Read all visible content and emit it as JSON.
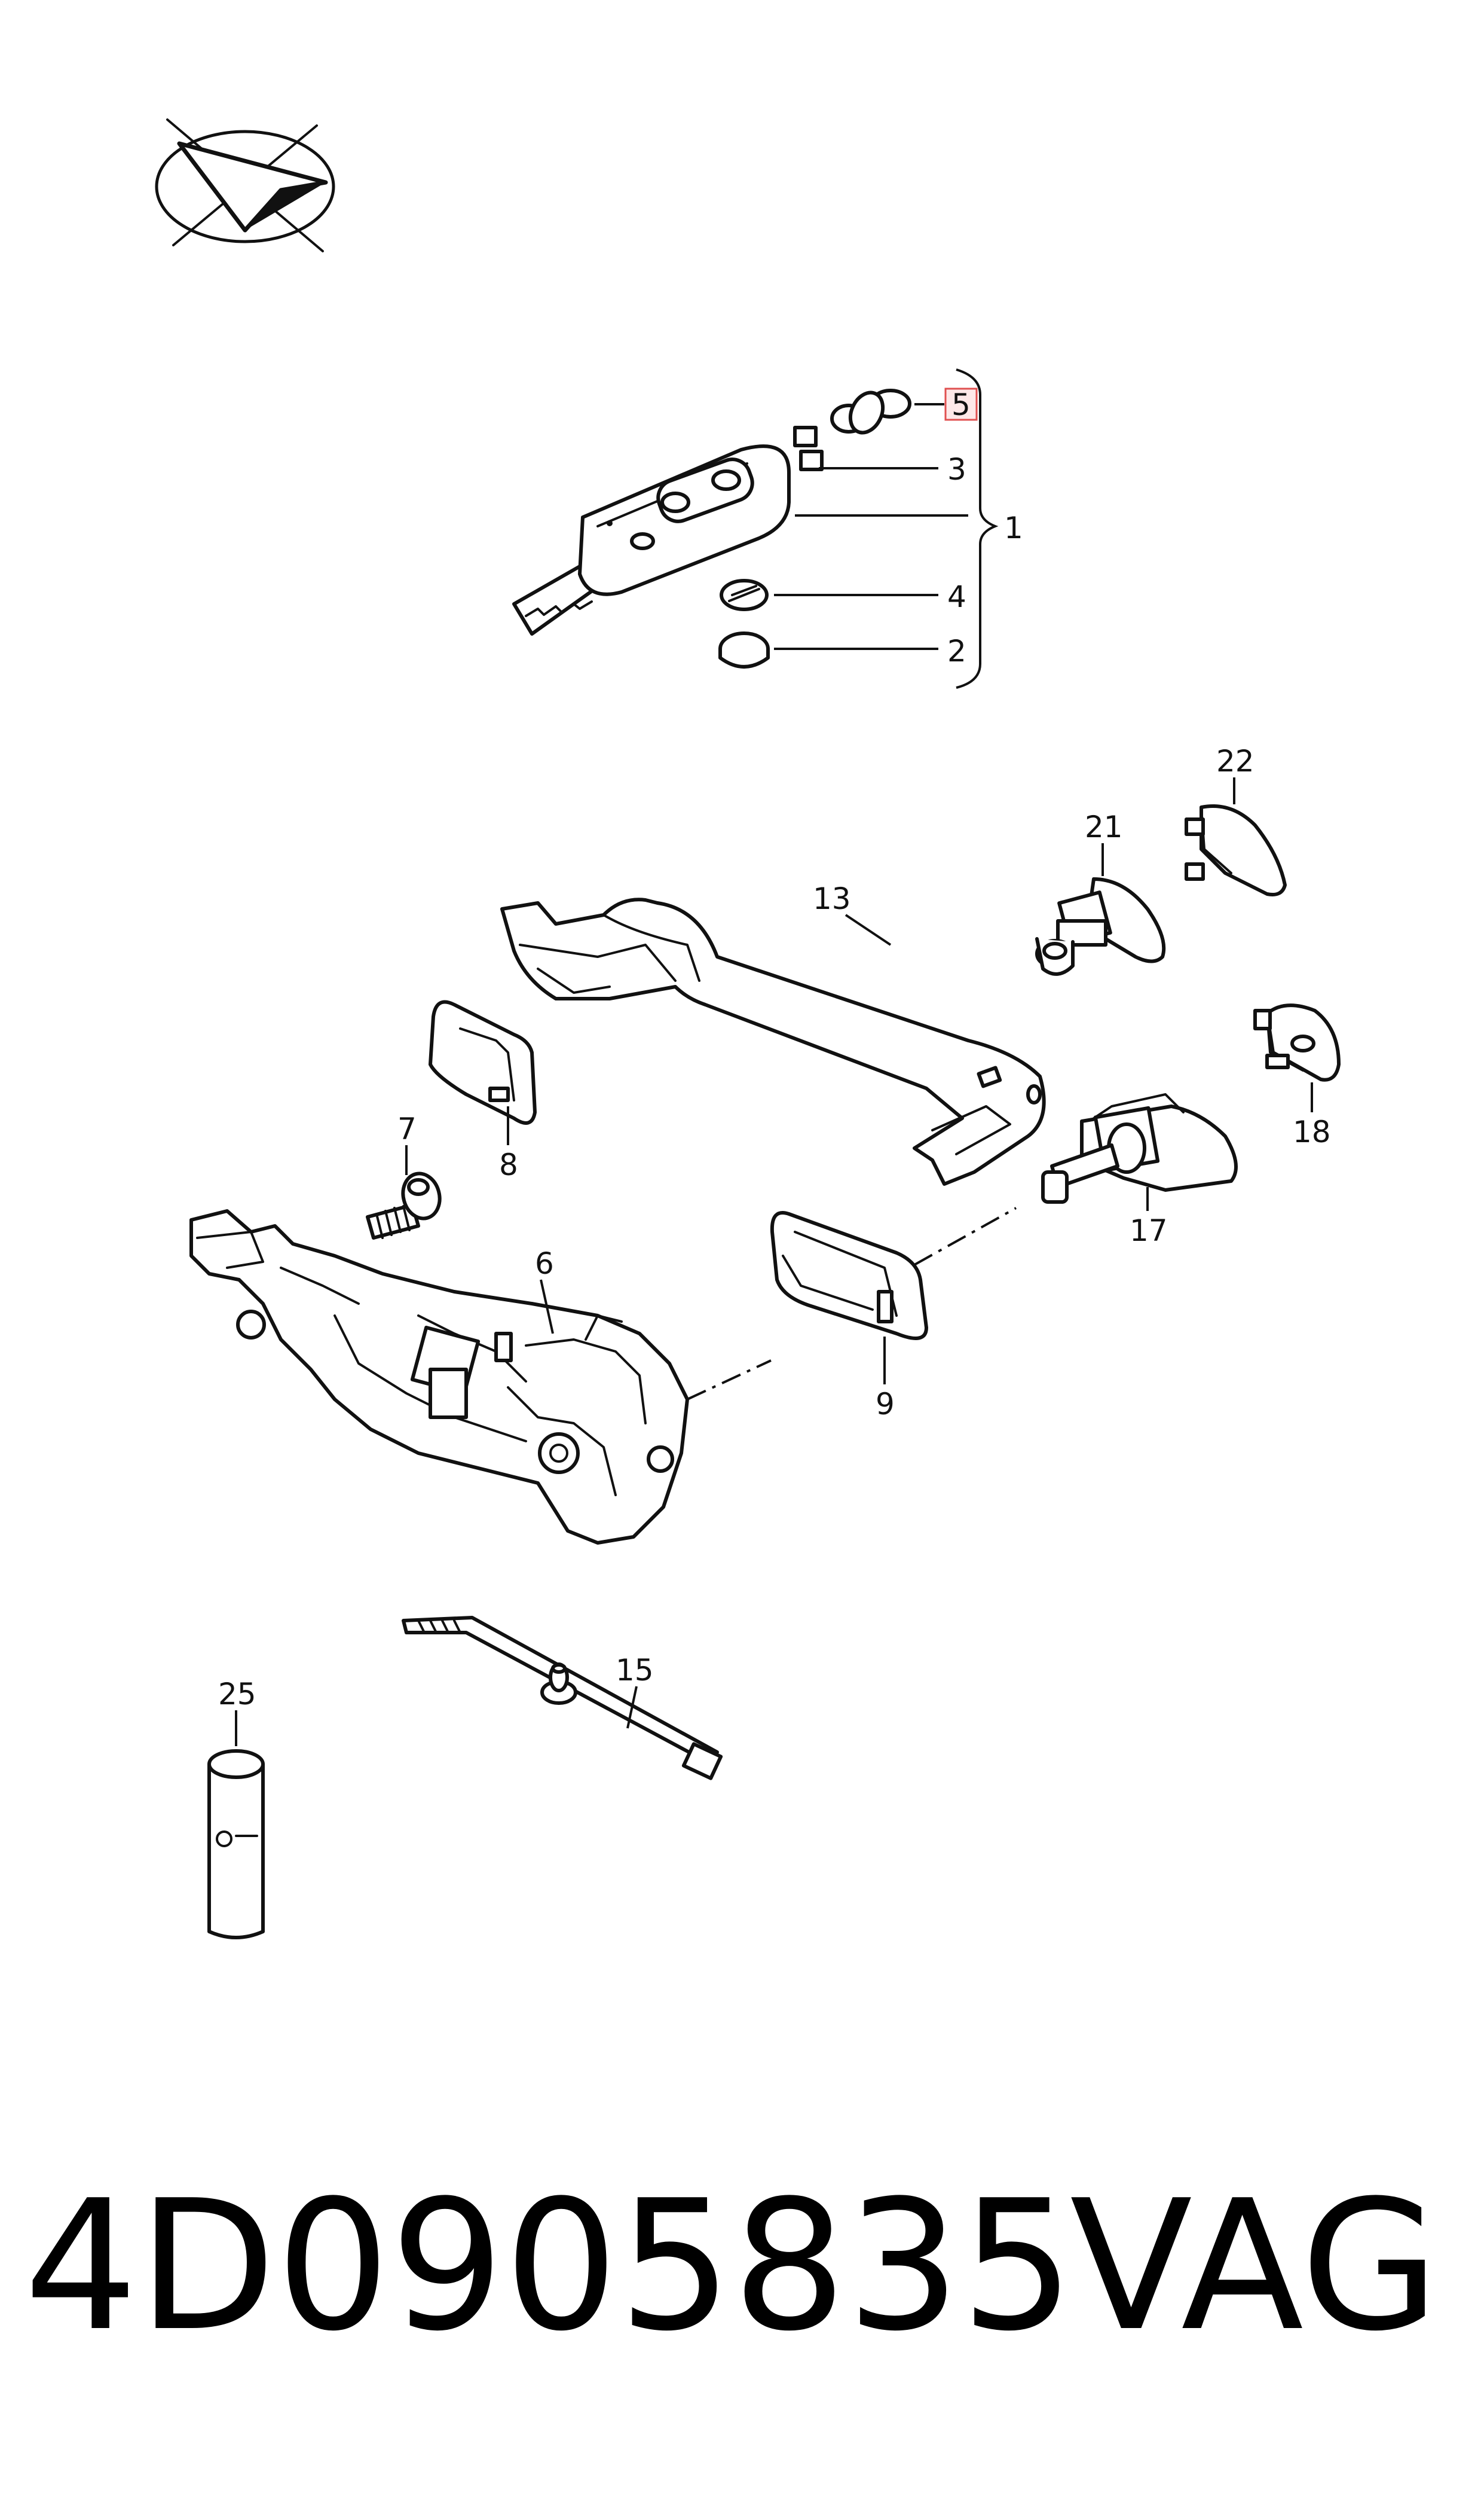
{
  "diagram": {
    "callouts": [
      "5",
      "3",
      "1",
      "4",
      "2",
      "22",
      "21",
      "13",
      "8",
      "7",
      "18",
      "17",
      "6",
      "9",
      "15",
      "25"
    ],
    "highlighted_callout": "5",
    "highlight_color": "#e05050"
  },
  "footer": {
    "part_number": "4D0905835",
    "brand": "VAG"
  }
}
